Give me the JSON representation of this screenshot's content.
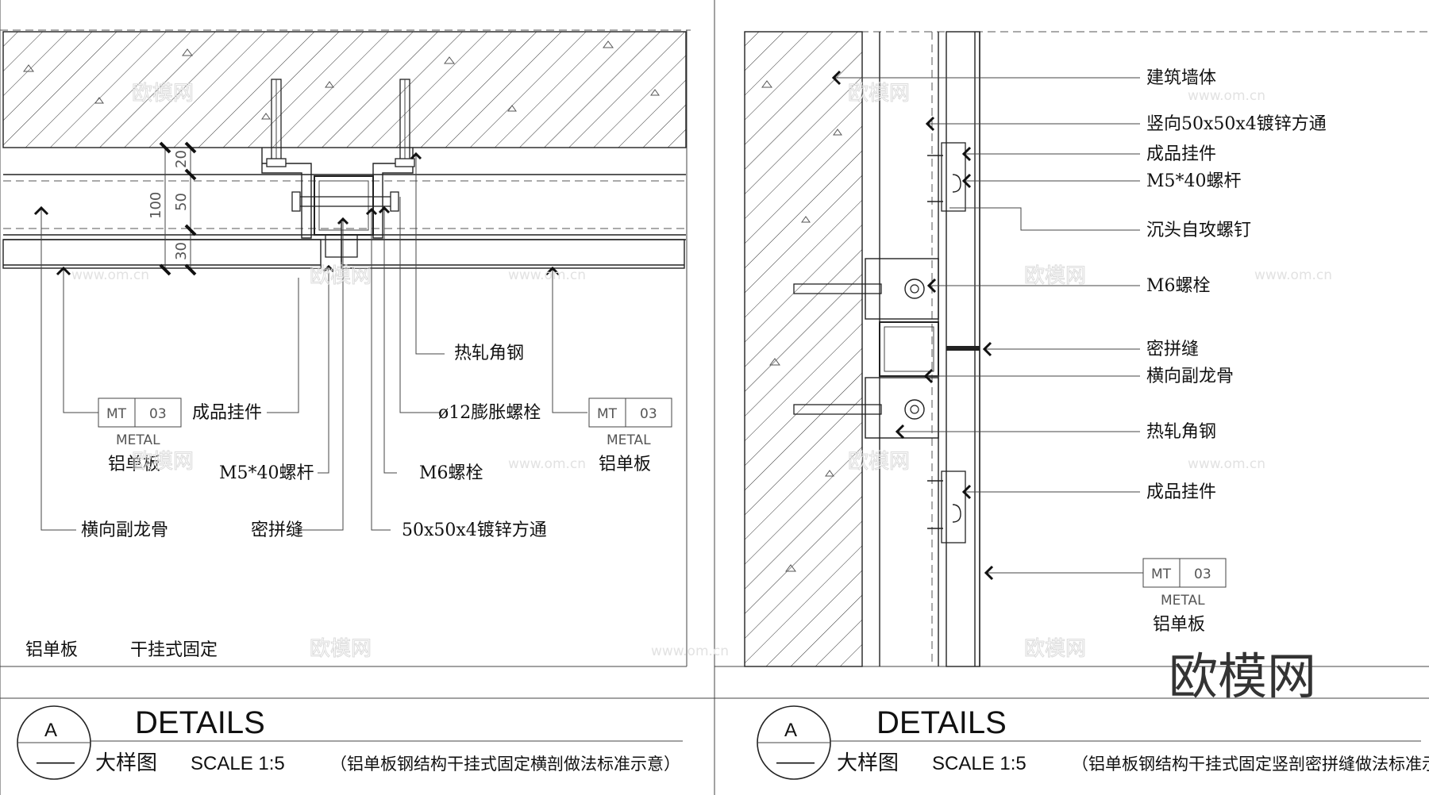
{
  "left": {
    "labels": {
      "rezhajiaogang": "热轧角钢",
      "chengpinguajian": "成品挂件",
      "pengzhang": "ø12膨胀螺栓",
      "m5": "M5*40螺杆",
      "m6": "M6螺栓",
      "hengxiang": "横向副龙骨",
      "mipinfeng": "密拼缝",
      "fangtong": "50x50x4镀锌方通"
    },
    "tag_left": {
      "code": "MT",
      "num": "03",
      "material": "METAL",
      "name": "铝单板"
    },
    "tag_right": {
      "code": "MT",
      "num": "03",
      "material": "METAL",
      "name": "铝单板"
    },
    "dims": [
      "20",
      "50",
      "30",
      "100"
    ],
    "note1": "铝单板",
    "note2": "干挂式固定",
    "footer": {
      "mark": "A",
      "dash": "——",
      "title": "DETAILS",
      "sub": "大样图",
      "scale": "SCALE   1:5",
      "desc": "（铝单板钢结构干挂式固定横剖做法标准示意）"
    }
  },
  "right": {
    "labels": {
      "wall": "建筑墙体",
      "shuxiang": "竖向50x50x4镀锌方通",
      "guajian1": "成品挂件",
      "m5": "M5*40螺杆",
      "chentou": "沉头自攻螺钉",
      "m6": "M6螺栓",
      "mipinfeng": "密拼缝",
      "hengxiang": "横向副龙骨",
      "jiaogang": "热轧角钢",
      "guajian2": "成品挂件"
    },
    "tag": {
      "code": "MT",
      "num": "03",
      "material": "METAL",
      "name": "铝单板"
    },
    "footer": {
      "mark": "A",
      "dash": "——",
      "title": "DETAILS",
      "sub": "大样图",
      "scale": "SCALE   1:5",
      "desc": "（铝单板钢结构干挂式固定竖剖密拼缝做法标准示意）"
    }
  },
  "watermark": {
    "text": "欧模网",
    "url": "www.om.cn",
    "brand": "欧模网"
  }
}
